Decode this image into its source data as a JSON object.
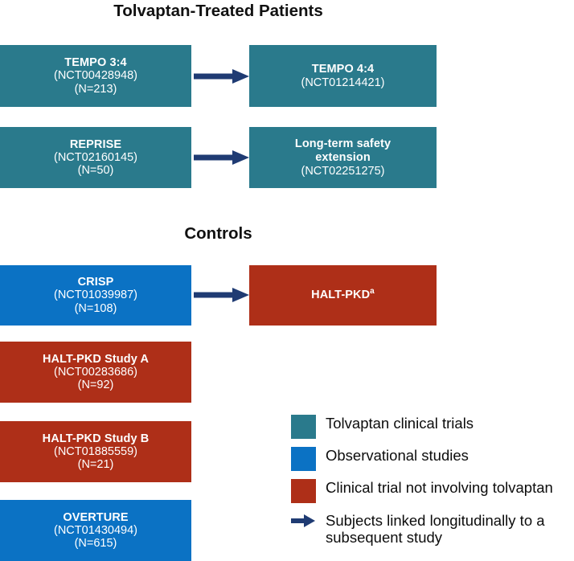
{
  "figure": {
    "sections": [
      {
        "id": "tolvaptan",
        "title": "Tolvaptan-Treated Patients"
      },
      {
        "id": "controls",
        "title": "Controls"
      }
    ],
    "colors": {
      "tolvaptan_trial": "#2A7A8C",
      "observational": "#0B72C4",
      "non_tolvaptan_trial": "#AE2F18",
      "arrow": "#1F3B73",
      "text_on_node": "#FFFFFF",
      "heading": "#111111",
      "background": "#FFFFFF"
    },
    "nodes": [
      {
        "id": "tempo34",
        "name": "TEMPO 3:4",
        "nct": "(NCT00428948)",
        "n": "(N=213)",
        "category": "tolvaptan_trial"
      },
      {
        "id": "tempo44",
        "name": "TEMPO 4:4",
        "nct": "(NCT01214421)",
        "n": "",
        "category": "tolvaptan_trial"
      },
      {
        "id": "reprise",
        "name": "REPRISE",
        "nct": "(NCT02160145)",
        "n": "(N=50)",
        "category": "tolvaptan_trial"
      },
      {
        "id": "lt-safety",
        "name": "Long-term safety extension",
        "nct": "(NCT02251275)",
        "n": "",
        "category": "tolvaptan_trial"
      },
      {
        "id": "crisp",
        "name": "CRISP",
        "nct": "(NCT01039987)",
        "n": "(N=108)",
        "category": "observational"
      },
      {
        "id": "haltpkd",
        "name": "HALT-PKD",
        "footnote": "a",
        "nct": "",
        "n": "",
        "category": "non_tolvaptan_trial"
      },
      {
        "id": "haltpkd-a",
        "name": "HALT-PKD Study A",
        "nct": "(NCT00283686)",
        "n": "(N=92)",
        "category": "non_tolvaptan_trial"
      },
      {
        "id": "haltpkd-b",
        "name": "HALT-PKD Study B",
        "nct": "(NCT01885559)",
        "n": "(N=21)",
        "category": "non_tolvaptan_trial"
      },
      {
        "id": "overture",
        "name": "OVERTURE",
        "nct": "(NCT01430494)",
        "n": "(N=615)",
        "category": "observational"
      }
    ],
    "edges": [
      {
        "id": "edge-tempo",
        "from": "tempo34",
        "to": "tempo44"
      },
      {
        "id": "edge-reprise",
        "from": "reprise",
        "to": "lt-safety"
      },
      {
        "id": "edge-crisp",
        "from": "crisp",
        "to": "haltpkd"
      }
    ],
    "legend": {
      "items": [
        {
          "id": "legend-tolvaptan",
          "marker": "swatch",
          "color_key": "tolvaptan_trial",
          "label": "Tolvaptan clinical trials"
        },
        {
          "id": "legend-observational",
          "marker": "swatch",
          "color_key": "observational",
          "label": "Observational studies"
        },
        {
          "id": "legend-non-tolvaptan",
          "marker": "swatch",
          "color_key": "non_tolvaptan_trial",
          "label": "Clinical trial not involving tolvaptan"
        },
        {
          "id": "legend-link",
          "marker": "arrow",
          "color_key": "arrow",
          "label": "Subjects linked longitudinally to a\nsubsequent study"
        }
      ]
    }
  }
}
